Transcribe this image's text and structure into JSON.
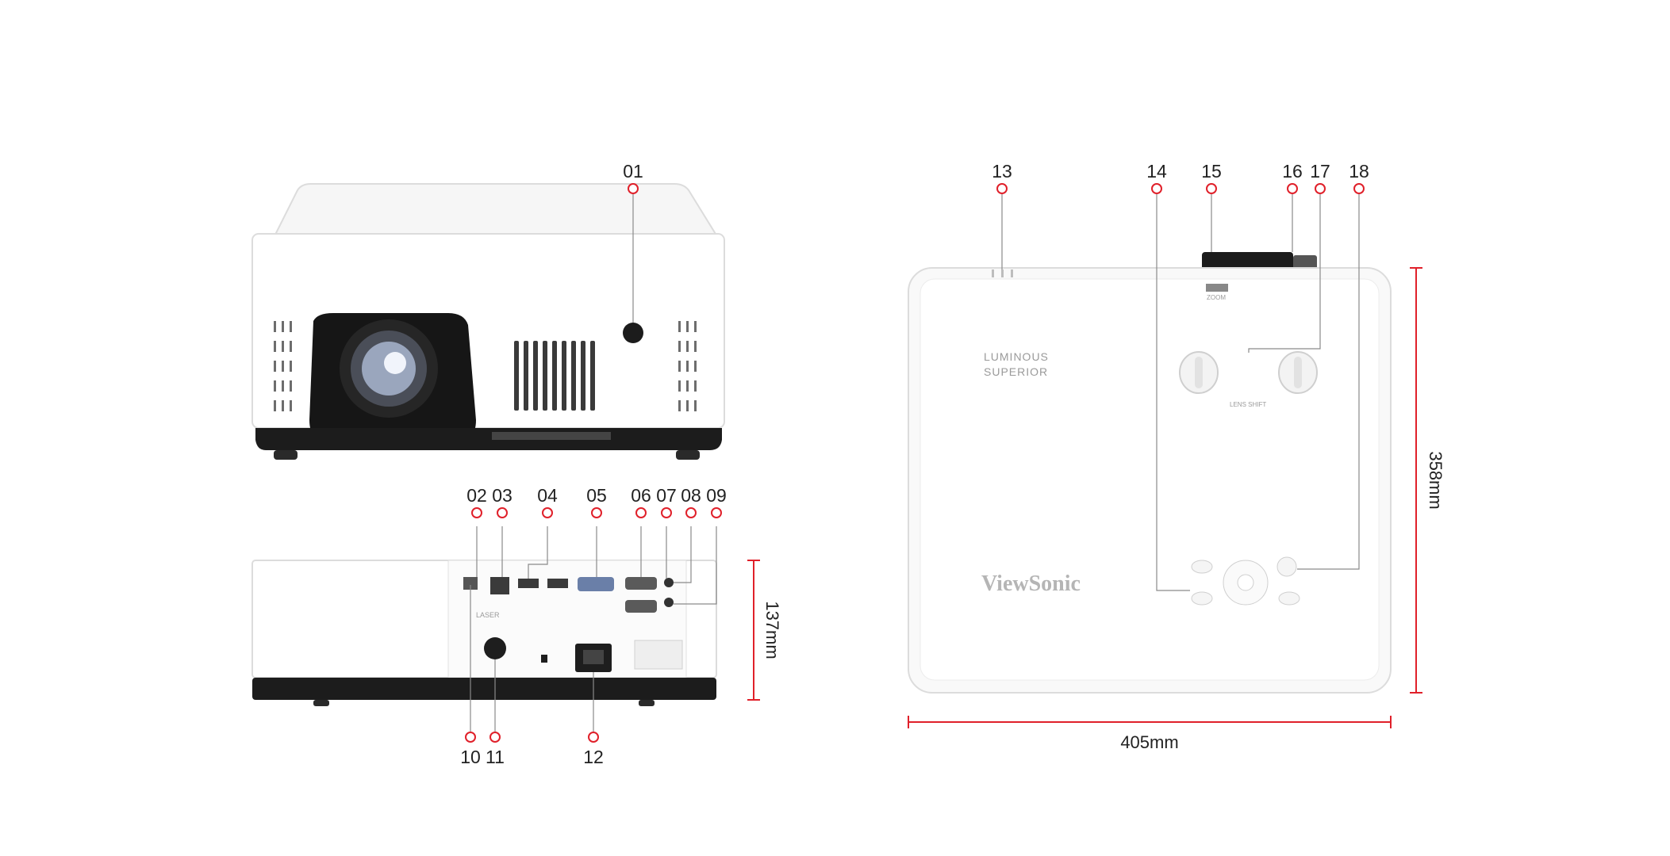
{
  "callouts": {
    "c01": "01",
    "c02": "02",
    "c03": "03",
    "c04": "04",
    "c05": "05",
    "c06": "06",
    "c07": "07",
    "c08": "08",
    "c09": "09",
    "c10": "10",
    "c11": "11",
    "c12": "12",
    "c13": "13",
    "c14": "14",
    "c15": "15",
    "c16": "16",
    "c17": "17",
    "c18": "18"
  },
  "dimensions": {
    "height": "137mm",
    "depth": "358mm",
    "width": "405mm"
  },
  "device_labels": {
    "brand": "ViewSonic",
    "badge_line1": "LUMINOUS",
    "badge_line2": "SUPERIOR",
    "lens_shift": "LENS SHIFT",
    "laser": "LASER",
    "zoom": "ZOOM"
  },
  "colors": {
    "accent": "#e0202a",
    "body": "#ffffff",
    "outline": "#d8d8d8",
    "dark": "#1c1c1c",
    "text": "#222222"
  }
}
